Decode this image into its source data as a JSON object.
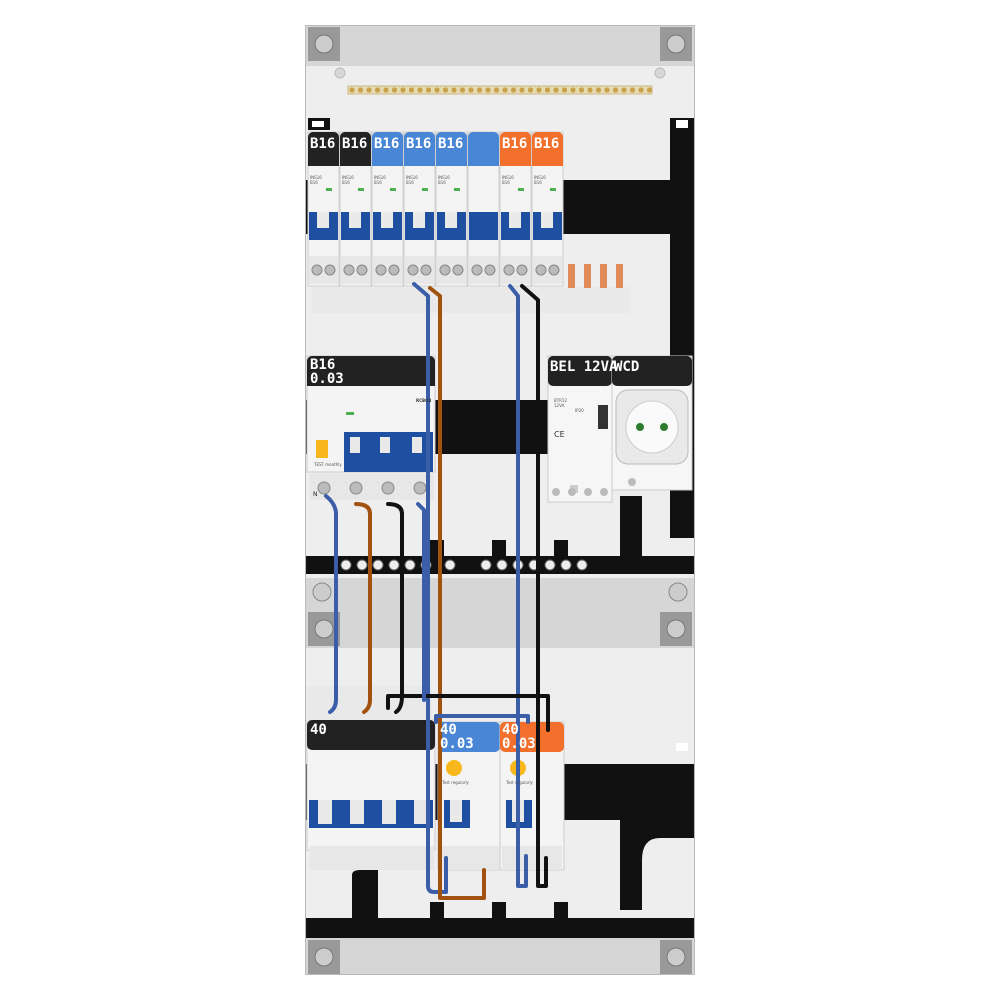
{
  "colors": {
    "black_label": "#222222",
    "blue_label": "#4a86d6",
    "orange_label": "#f2702b",
    "breaker_blue": "#1f4fa0",
    "din_rail": "#111111",
    "wire_blue": "#3a5fa8",
    "wire_brown": "#a1520f",
    "wire_black": "#111111",
    "bus_copper": "#e08a5a",
    "panel": "#eeeeee"
  },
  "row1": {
    "breakers": [
      {
        "label": "B16",
        "color": "black",
        "model": "INS16\nB16"
      },
      {
        "label": "B16",
        "color": "black",
        "model": "INS16\nB16"
      },
      {
        "label": "B16",
        "color": "blue",
        "model": "INS16\nB16"
      },
      {
        "label": "B16",
        "color": "blue",
        "model": "INS16\nB16"
      },
      {
        "label": "B16",
        "color": "blue",
        "model": "INS16\nB16"
      },
      {
        "label": "",
        "color": "blue",
        "model": ""
      },
      {
        "label": "B16",
        "color": "orange",
        "model": "INS16\nB16"
      },
      {
        "label": "B16",
        "color": "orange",
        "model": "INS16\nB16"
      }
    ]
  },
  "row2": {
    "rcbo": {
      "label_line1": "B16",
      "label_line2": "0.03",
      "model": "RCBO4",
      "terminal_mark": "N",
      "test_text": "TEST monthly"
    },
    "bell": {
      "label": "BEL 12VA",
      "model": "BTR12\n12VA",
      "ip": "IP20",
      "ce": "CE"
    },
    "socket": {
      "label": "WCD"
    }
  },
  "row3": {
    "main_switch": {
      "label": "40"
    },
    "rcd1": {
      "label_line1": "40",
      "label_line2": "0.03",
      "color": "blue",
      "test_text": "Test regularly"
    },
    "rcd2": {
      "label_line1": "40",
      "label_line2": "0.03",
      "color": "orange",
      "test_text": "Test regularly"
    }
  }
}
